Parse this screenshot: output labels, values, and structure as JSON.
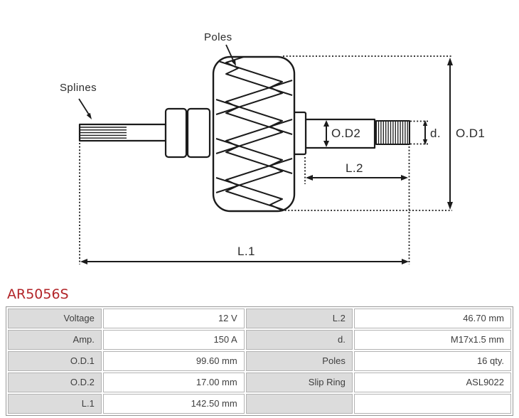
{
  "part_number": "AR5056S",
  "diagram": {
    "labels": {
      "poles": "Poles",
      "splines": "Splines",
      "od2": "O.D2",
      "d": "d.",
      "od1": "O.D1",
      "l2": "L.2",
      "l1": "L.1"
    }
  },
  "table": {
    "rows": [
      {
        "cells": [
          "Voltage",
          "12 V",
          "L.2",
          "46.70 mm"
        ]
      },
      {
        "cells": [
          "Amp.",
          "150 A",
          "d.",
          "M17x1.5 mm"
        ]
      },
      {
        "cells": [
          "O.D.1",
          "99.60 mm",
          "Poles",
          "16 qty."
        ]
      },
      {
        "cells": [
          "O.D.2",
          "17.00 mm",
          "Slip Ring",
          "ASL9022"
        ]
      },
      {
        "cells": [
          "L.1",
          "142.50 mm",
          "",
          ""
        ]
      }
    ]
  },
  "colors": {
    "accent_red": "#b22428",
    "line_black": "#1b1b1b",
    "table_label_bg": "#dcdcdc",
    "table_border": "#979797",
    "cell_border": "#b3b3b3",
    "text_gray": "#3e3e3e"
  }
}
